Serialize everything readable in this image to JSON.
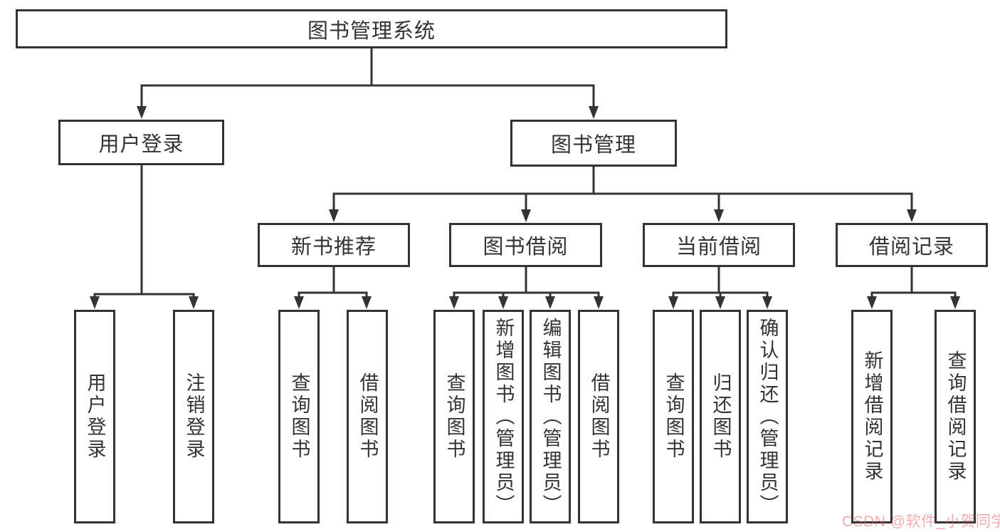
{
  "tree": {
    "root": {
      "label": "图书管理系统"
    },
    "user_login": {
      "label": "用户登录",
      "children": [
        {
          "label": "用户登录"
        },
        {
          "label": "注销登录"
        }
      ]
    },
    "book_mgmt": {
      "label": "图书管理",
      "children": [
        {
          "label": "新书推荐",
          "children": [
            {
              "label": "查询图书"
            },
            {
              "label": "借阅图书"
            }
          ]
        },
        {
          "label": "图书借阅",
          "children": [
            {
              "label": "查询图书"
            },
            {
              "label": "新增图书（管理员）"
            },
            {
              "label": "编辑图书（管理员）"
            },
            {
              "label": "借阅图书"
            }
          ]
        },
        {
          "label": "当前借阅",
          "children": [
            {
              "label": "查询图书"
            },
            {
              "label": "归还图书"
            },
            {
              "label": "确认归还（管理员）"
            }
          ]
        },
        {
          "label": "借阅记录",
          "children": [
            {
              "label": "新增借阅记录"
            },
            {
              "label": "查询借阅记录"
            }
          ]
        }
      ]
    }
  },
  "watermark": {
    "text": "CSDN @软件_小贺同学"
  },
  "colors": {
    "line": "#333333",
    "background": "#ffffff",
    "watermark_tint": "#e25c5c"
  }
}
